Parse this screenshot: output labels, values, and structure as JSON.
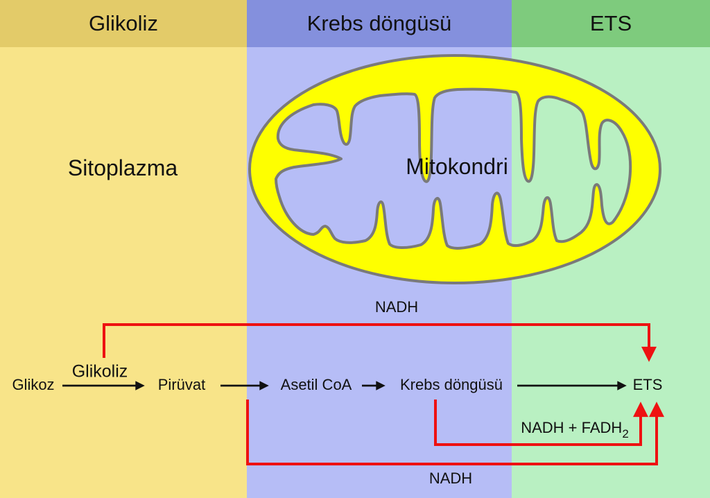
{
  "columns": [
    {
      "header_label": "Glikoliz",
      "header_color": "#e3cb69",
      "body_color": "#f8e489"
    },
    {
      "header_label": "Krebs döngüsü",
      "header_color": "#8490dd",
      "body_color": "#b6bdf6"
    },
    {
      "header_label": "ETS",
      "header_color": "#7ecb7d",
      "body_color": "#b9f0c2"
    }
  ],
  "region_labels": {
    "cytoplasm": "Sitoplazma",
    "mitochondrion": "Mitokondri"
  },
  "pathway": {
    "glucose": "Glikoz",
    "glycolysis_arrow_label": "Glikoliz",
    "pyruvate": "Pirüvat",
    "acetyl_coa": "Asetil CoA",
    "krebs_cycle": "Krebs döngüsü",
    "ets": "ETS"
  },
  "shuttles": {
    "glycolysis_nadh": "NADH",
    "krebs_output_base": "NADH + FADH",
    "krebs_output_subscript": "2",
    "pyruvate_nadh": "NADH"
  },
  "colors": {
    "mitochondrion_fill": "#feff00",
    "mitochondrion_outline": "#7a7a7a",
    "red_arrow": "#ee1111",
    "black_arrow": "#111111",
    "text": "#111111"
  }
}
